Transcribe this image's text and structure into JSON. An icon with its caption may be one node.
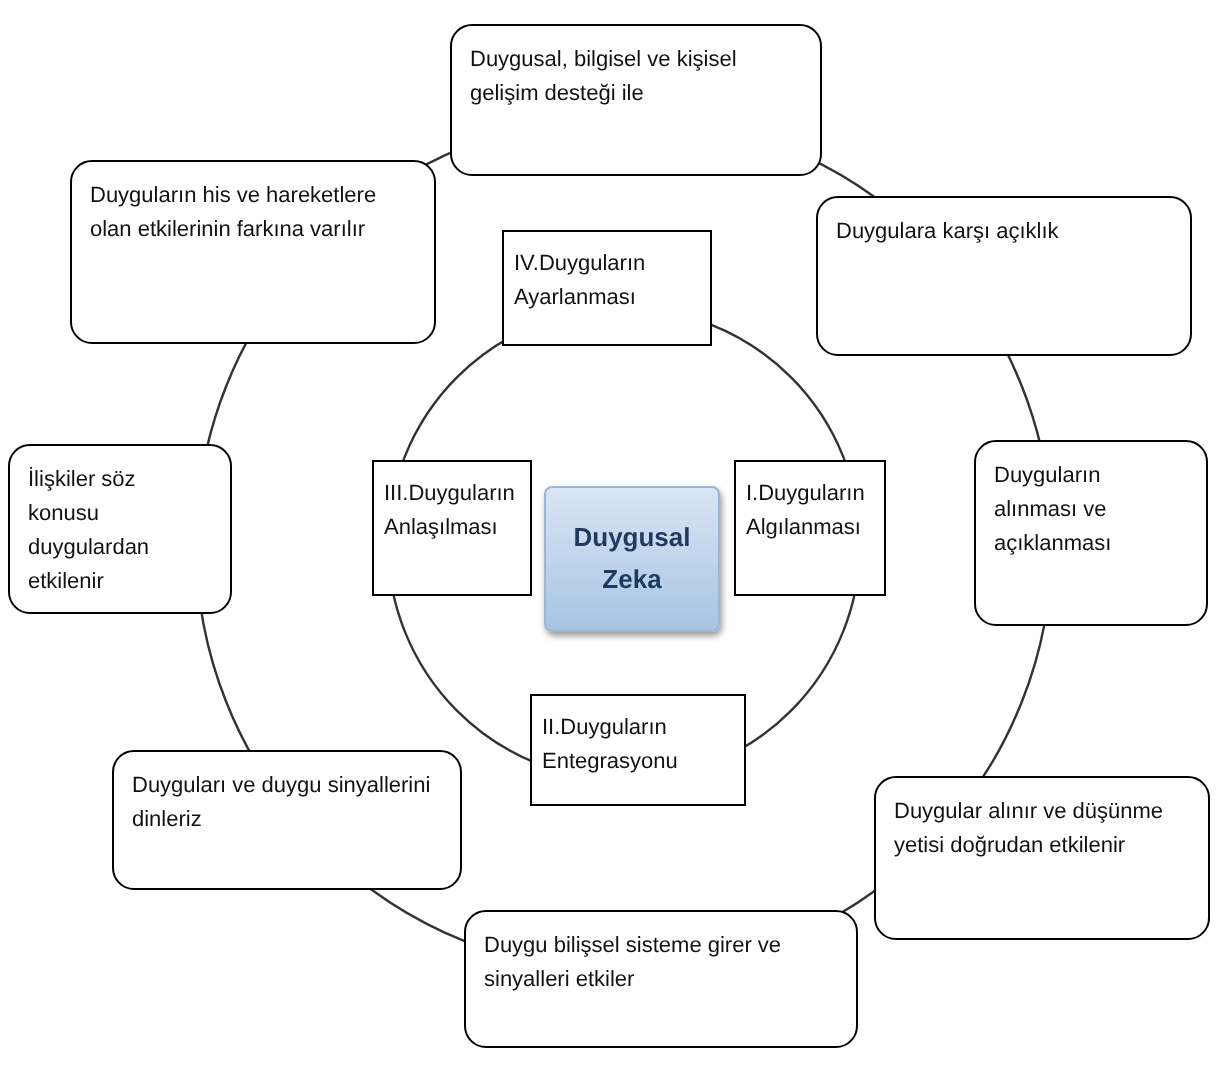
{
  "diagram": {
    "nodes": [
      {
        "text": [
          "Duygusal Zeka"
        ]
      },
      {
        "text": [
          "IV.Duyguların Ayarlanması"
        ]
      },
      {
        "text": [
          "I.Duyguların Algılanması"
        ]
      },
      {
        "text": [
          "II.Duyguların Entegrasyonu"
        ]
      },
      {
        "text": [
          "III.Duyguların Anlaşılması"
        ]
      },
      {
        "text": [
          "Duygusal, bilgisel ve kişisel gelişim desteği ile"
        ]
      },
      {
        "text": [
          "Duygulara karşı açıklık"
        ]
      },
      {
        "text": [
          "Duyguların alınması ve açıklanması"
        ]
      },
      {
        "text": [
          "Duygular alınır ve düşünme yetisi doğrudan etkilenir"
        ]
      },
      {
        "text": [
          "Duygu bilişsel sisteme girer ve sinyalleri etkiler"
        ]
      },
      {
        "text": [
          "Duyguları ve duygu sinyallerini dinleriz"
        ]
      },
      {
        "text": [
          "İlişkiler söz konusu duygulardan etkilenir"
        ]
      },
      {
        "text": [
          "Duyguların his ve hareketlere olan etkilerinin farkına varılır"
        ]
      }
    ]
  }
}
